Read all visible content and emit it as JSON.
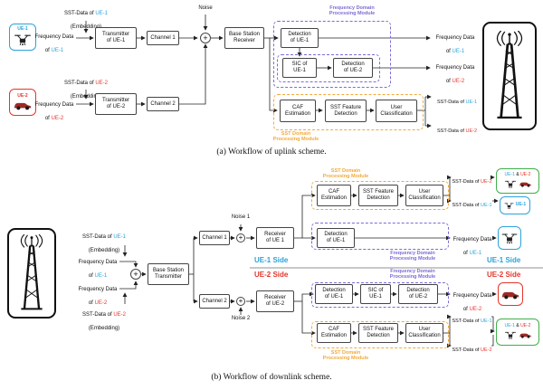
{
  "colors": {
    "ue1": "#2aa3dc",
    "ue2": "#e5352b",
    "freq_mod": "#7d6bd6",
    "sst_mod": "#f2a93b",
    "both": "#3fae49"
  },
  "s": {
    "frequency_data": "Frequency Data",
    "sst_data_of": "SST-Data of",
    "of": "of",
    "ue1": "UE-1",
    "ue2": "UE-2",
    "amp": "&",
    "embedding": "(Embedding)",
    "transmitter_ue1": "Transmitter\nof UE-1",
    "transmitter_ue2": "Transmitter\nof UE-2",
    "channel_1": "Channel 1",
    "channel_2": "Channel 2",
    "noise": "Noise",
    "noise_1": "Noise 1",
    "noise_2": "Noise 2",
    "plus": "+",
    "base_station_receiver": "Base Station\nReceiver",
    "base_station_transmitter": "Base Station\nTransmitter",
    "detection_ue1": "Detection\nof UE-1",
    "detection_ue2": "Detection\nof UE-2",
    "sic_ue1": "SIC of\nUE-1",
    "caf_estimation": "CAF\nEstimation",
    "sst_feature_detection": "SST Feature\nDetection",
    "user_classification": "User\nClassification",
    "receiver_ue1": "Receiver\nof UE 1",
    "receiver_ue2": "Receiver\nof UE-2",
    "freq_domain_module": "Frequency Domain\nProcessing Module",
    "sst_domain_module": "SST Domain\nProcessing Module",
    "ue1_side": "UE-1 Side",
    "ue2_side": "UE-2 Side",
    "caption_a": "(a) Workflow of uplink scheme.",
    "caption_b": "(b) Workflow of downlink scheme."
  }
}
